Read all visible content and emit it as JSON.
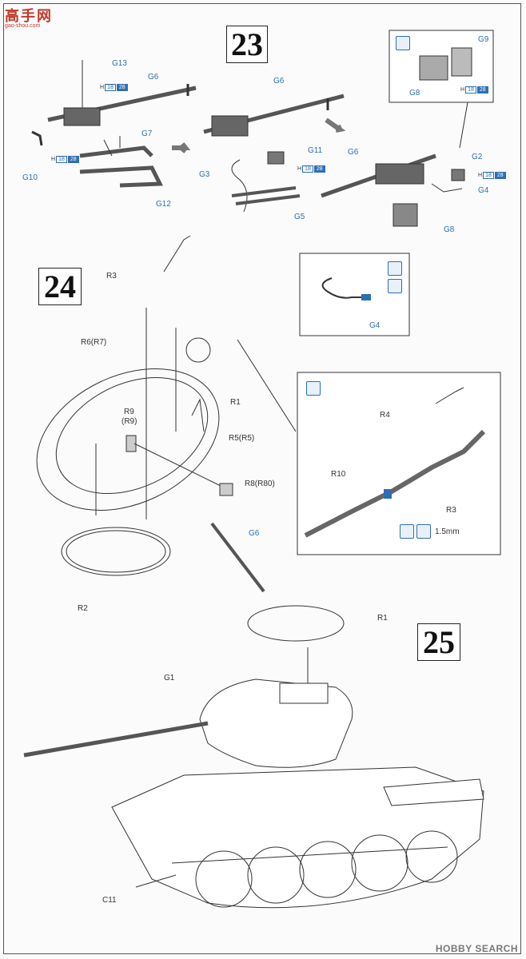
{
  "watermark": {
    "title": "高手网",
    "url": "gao-shou.com"
  },
  "brand": "HOBBY SEARCH",
  "steps": {
    "s23": "23",
    "s24": "24",
    "s25": "25"
  },
  "step23": {
    "labels": {
      "G13": "G13",
      "G6a": "G6",
      "G7": "G7",
      "G10": "G10",
      "G12": "G12",
      "G6b": "G6",
      "G11": "G11",
      "G3": "G3",
      "G5": "G5",
      "G6c": "G6",
      "G2": "G2",
      "G4": "G4",
      "G8": "G8",
      "G9": "G9",
      "G8c": "G8"
    },
    "hole": {
      "h": "H",
      "a": "18",
      "b": "28"
    }
  },
  "callout_g4": {
    "label": "G4"
  },
  "step24": {
    "labels": {
      "R3": "R3",
      "R6": "R6(R7)",
      "R1": "R1",
      "R9": "R9",
      "R9b": "(R9)",
      "R5": "R5(R5)",
      "R8": "R8(R80)",
      "R2": "R2"
    }
  },
  "callout_r": {
    "R4": "R4",
    "R10": "R10",
    "R3": "R3",
    "size": "1.5mm"
  },
  "step25": {
    "labels": {
      "G6": "G6",
      "R1": "R1",
      "G1": "G1",
      "C11": "C11"
    }
  },
  "colors": {
    "accent": "#2d6fb3",
    "part": "#4a4a4a",
    "line": "#333333"
  }
}
